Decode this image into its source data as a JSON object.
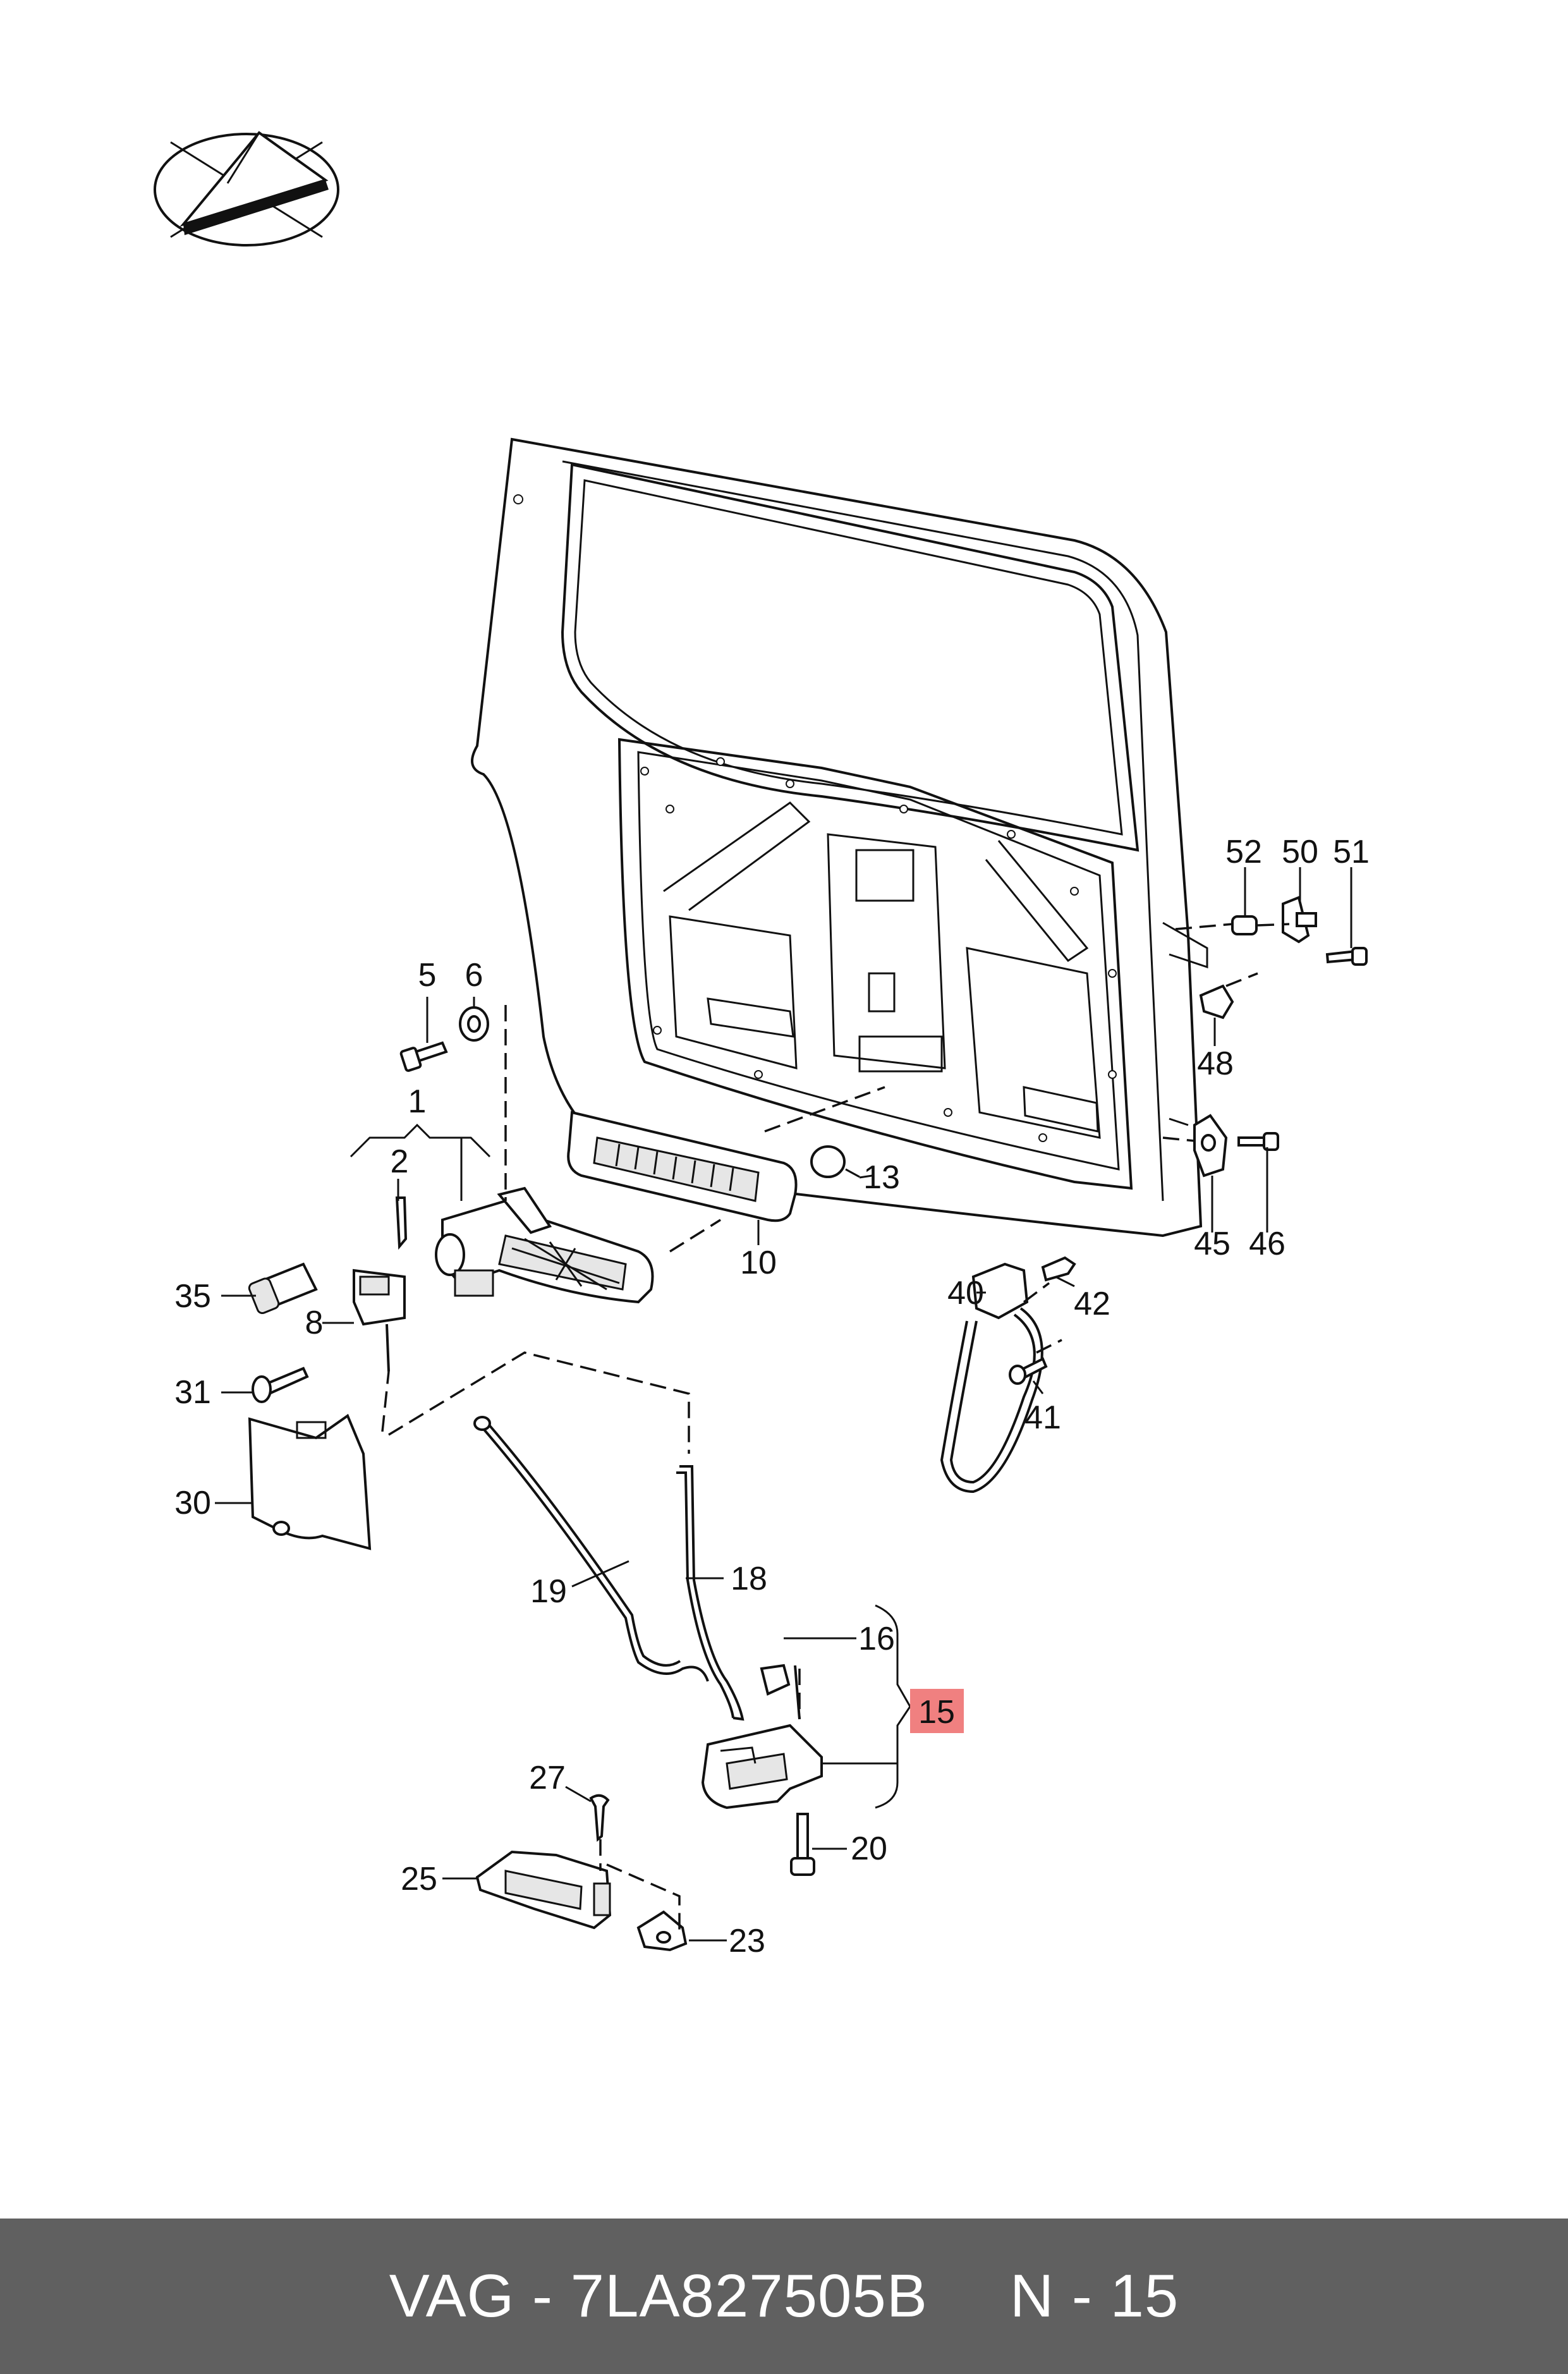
{
  "footer": {
    "part_number": "VAG - 7LA827505B",
    "position": "N - 15"
  },
  "highlight_color": "#f08080",
  "callouts": [
    "1",
    "2",
    "5",
    "6",
    "8",
    "10",
    "13",
    "15",
    "16",
    "18",
    "19",
    "20",
    "23",
    "25",
    "27",
    "30",
    "31",
    "35",
    "40",
    "41",
    "42",
    "45",
    "46",
    "48",
    "50",
    "51",
    "52"
  ],
  "highlighted_callout": "15",
  "logo_icon": "paper-plane-logo-icon"
}
